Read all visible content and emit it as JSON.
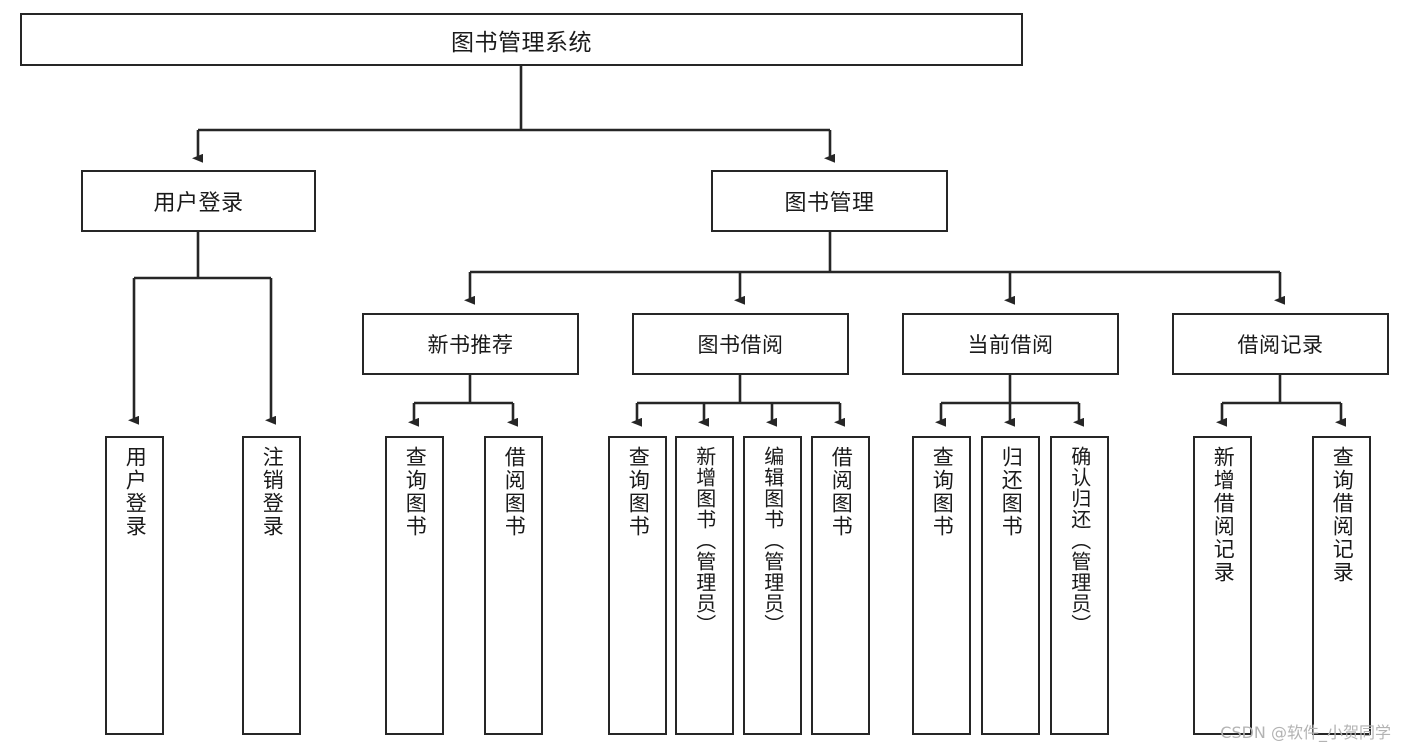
{
  "diagram": {
    "type": "tree-hierarchy",
    "title": "图书管理系统",
    "watermark": "CSDN @软件_小贺同学",
    "colors": {
      "background": "#ffffff",
      "stroke": "#262626",
      "text": "#1a1a1a",
      "watermark": "#b3b3b3"
    },
    "nodes": {
      "root": {
        "label": "图书管理系统"
      },
      "level2": [
        {
          "id": "user-login",
          "label": "用户登录"
        },
        {
          "id": "book-manage",
          "label": "图书管理"
        }
      ],
      "level3": [
        {
          "id": "new-book-rec",
          "label": "新书推荐"
        },
        {
          "id": "book-borrow",
          "label": "图书借阅"
        },
        {
          "id": "current-borrow",
          "label": "当前借阅"
        },
        {
          "id": "borrow-record",
          "label": "借阅记录"
        }
      ],
      "leaves": [
        {
          "id": "leaf-user-login",
          "label": "用户登录"
        },
        {
          "id": "leaf-logout-login",
          "label": "注销登录"
        },
        {
          "id": "leaf-query-book-1",
          "label": "查询图书"
        },
        {
          "id": "leaf-borrow-book-1",
          "label": "借阅图书"
        },
        {
          "id": "leaf-query-book-2",
          "label": "查询图书"
        },
        {
          "id": "leaf-add-book",
          "label": "新增图书（管理员）"
        },
        {
          "id": "leaf-edit-book",
          "label": "编辑图书（管理员）"
        },
        {
          "id": "leaf-borrow-book-2",
          "label": "借阅图书"
        },
        {
          "id": "leaf-query-book-3",
          "label": "查询图书"
        },
        {
          "id": "leaf-return-book",
          "label": "归还图书"
        },
        {
          "id": "leaf-confirm-return",
          "label": "确认归还（管理员）"
        },
        {
          "id": "leaf-add-record",
          "label": "新增借阅记录"
        },
        {
          "id": "leaf-query-record",
          "label": "查询借阅记录"
        }
      ]
    }
  }
}
